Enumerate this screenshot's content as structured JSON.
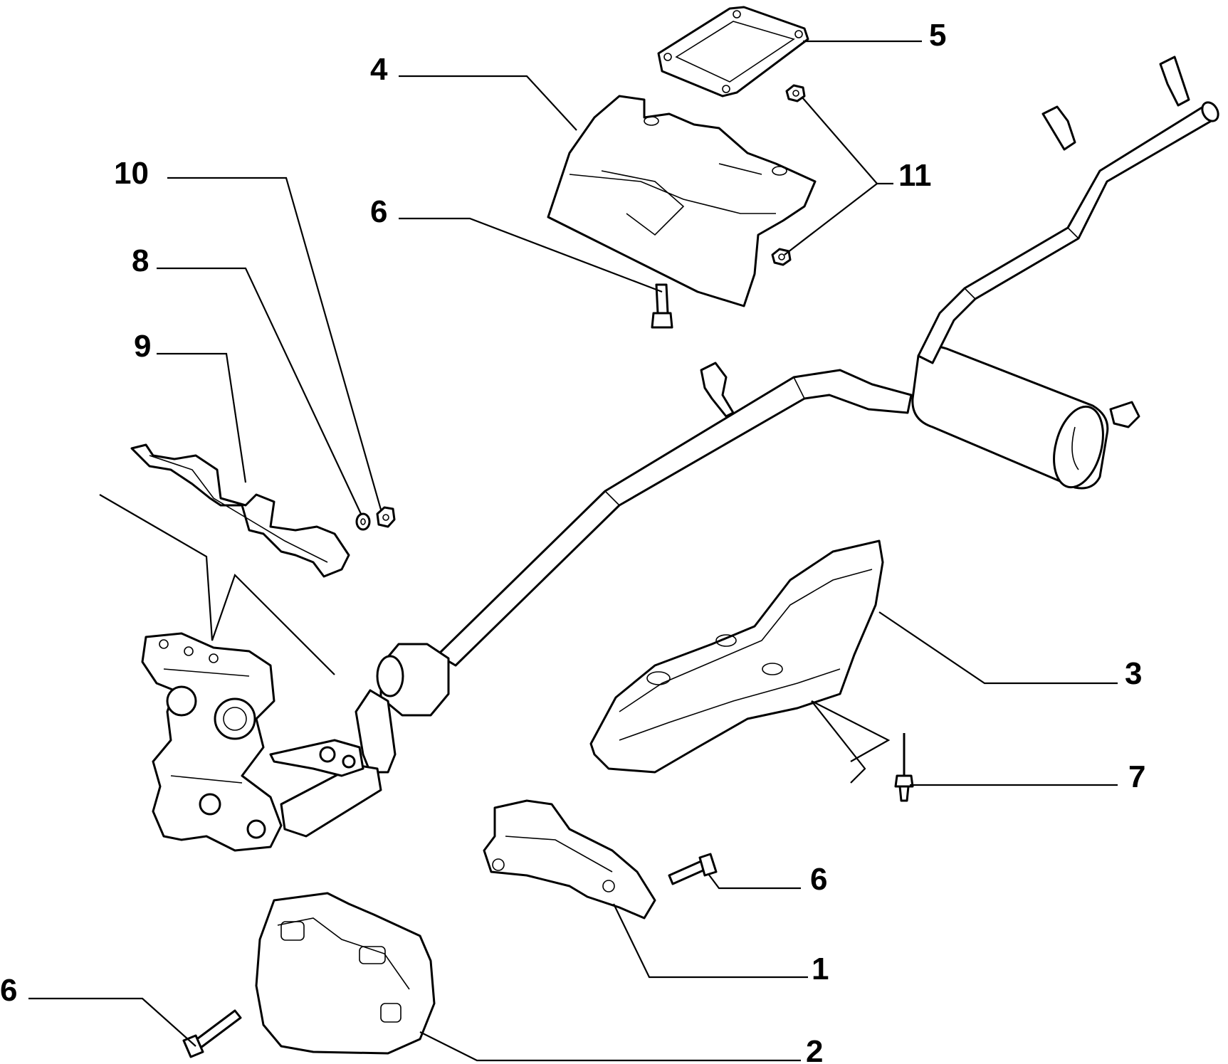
{
  "diagram": {
    "parts": [
      {
        "id": "p1",
        "label": "1"
      },
      {
        "id": "p2",
        "label": "2"
      },
      {
        "id": "p3",
        "label": "3"
      },
      {
        "id": "p4",
        "label": "4"
      },
      {
        "id": "p5",
        "label": "5"
      },
      {
        "id": "p6a",
        "label": "6"
      },
      {
        "id": "p6b",
        "label": "6"
      },
      {
        "id": "p6c",
        "label": "6"
      },
      {
        "id": "p7",
        "label": "7"
      },
      {
        "id": "p8",
        "label": "8"
      },
      {
        "id": "p9",
        "label": "9"
      },
      {
        "id": "p10",
        "label": "10"
      },
      {
        "id": "p11",
        "label": "11"
      }
    ]
  }
}
